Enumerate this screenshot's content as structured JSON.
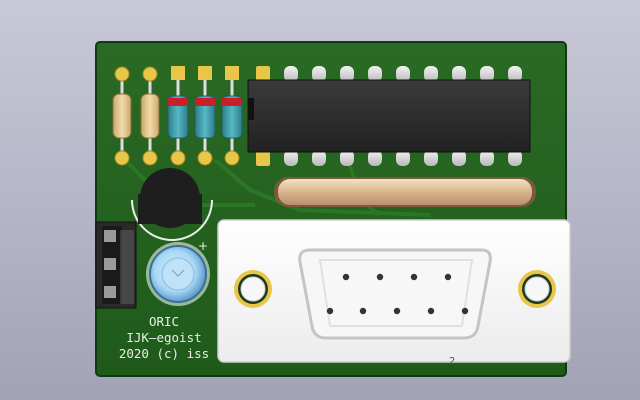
{
  "scene": {
    "description_free": true,
    "board": {
      "silkscreen_lines": [
        "ORIC",
        "IJK—egoist",
        "2020 (c) iss"
      ],
      "capacitor_polarity_mark": "+",
      "connector_pin_mark": "2"
    },
    "colors": {
      "pcb": "#22601e",
      "pcb_dark": "#1a4a16",
      "silkscreen": "#e8f0e8",
      "pad_gold": "#e8c64a",
      "ic_body": "#2a2a2a",
      "db9_shell": "#f2f2f2"
    }
  }
}
